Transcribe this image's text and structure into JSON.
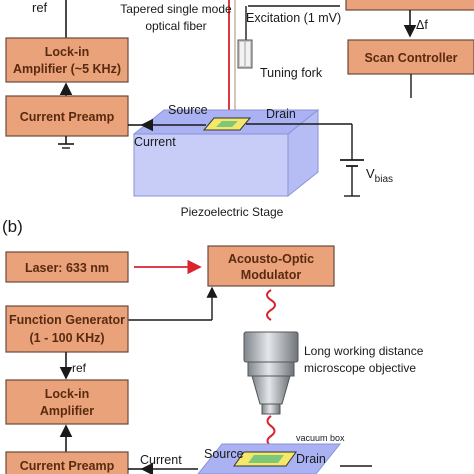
{
  "panel_a": {
    "label_ref": "ref",
    "lockin_line1": "Lock-in",
    "lockin_line2": "Amplifier (~5 KHz)",
    "preamp": "Current Preamp",
    "fiber_line1": "Tapered single mode",
    "fiber_line2": "optical fiber",
    "excitation": "Excitation (1 mV)",
    "delta_f": "Δf",
    "scan_controller": "Scan Controller",
    "tuning_fork": "Tuning fork",
    "source": "Source",
    "drain": "Drain",
    "current": "Current",
    "vbias_main": "V",
    "vbias_sub": "bias",
    "stage": "Piezoelectric Stage"
  },
  "panel_b": {
    "panel_label": "(b)",
    "laser": "Laser: 633 nm",
    "aom_line1": "Acousto-Optic",
    "aom_line2": "Modulator",
    "fg_line1": "Function Generator",
    "fg_line2": "(1 - 100 KHz)",
    "label_ref": "ref",
    "lockin_line1": "Lock-in",
    "lockin_line2": "Amplifier",
    "objective_line1": "Long working distance",
    "objective_line2": "microscope objective",
    "vacuum_box": "vacuum box",
    "preamp": "Current Preamp",
    "current": "Current",
    "source": "Source",
    "drain": "Drain"
  },
  "colors": {
    "box_fill": "#e9a27a",
    "box_stroke": "#6b4a3a",
    "stage_top": "#aab2f4",
    "stage_side": "#c8cdf8",
    "laser_red": "#d9232d",
    "wire": "#1a1a1a"
  }
}
